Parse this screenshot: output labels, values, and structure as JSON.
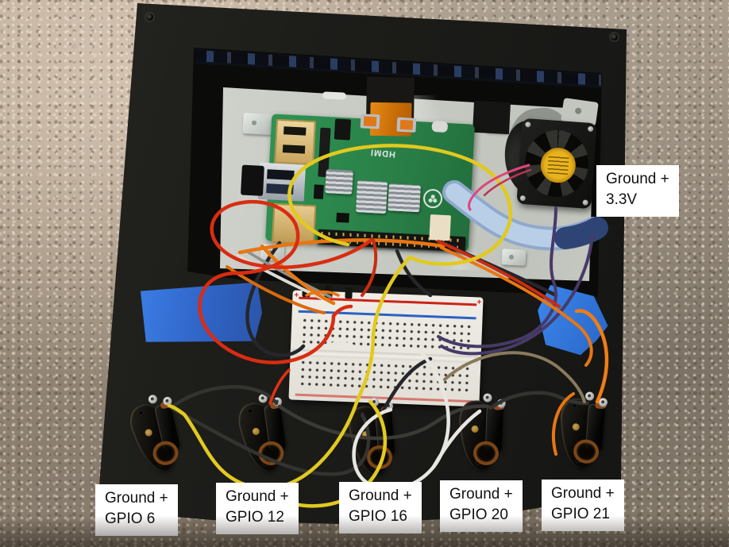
{
  "annotations": [
    {
      "id": "fan-3v3",
      "line1": "Ground +",
      "line2": "3.3V"
    },
    {
      "id": "switch-gpio-6",
      "line1": "Ground +",
      "line2": "GPIO 6"
    },
    {
      "id": "switch-gpio-12",
      "line1": "Ground +",
      "line2": "GPIO 12"
    },
    {
      "id": "switch-gpio-16",
      "line1": "Ground +",
      "line2": "GPIO 16"
    },
    {
      "id": "switch-gpio-20",
      "line1": "Ground +",
      "line2": "GPIO 20"
    },
    {
      "id": "switch-gpio-21",
      "line1": "Ground +",
      "line2": "GPIO 21"
    }
  ],
  "pi_board": {
    "hdmi_label": "HDMI"
  },
  "breadboard": {
    "plus_mark": "+"
  },
  "colors": {
    "panel_black": "#1c1b18",
    "pcb_green": "#2e9054",
    "tape_blue": "#2f6fd6",
    "fan_sticker_yellow": "#eab41e",
    "label_bg": "#ffffff",
    "label_text": "#111111",
    "wire_red": "#d92c12",
    "wire_orange": "#e87612",
    "wire_yellow": "#e2c91f",
    "wire_black": "#26262a",
    "wire_white": "#e8e6e0",
    "wire_purple": "#473a68",
    "wire_pink": "#e0457c",
    "ribbon_blue": "#b9cfe8"
  }
}
